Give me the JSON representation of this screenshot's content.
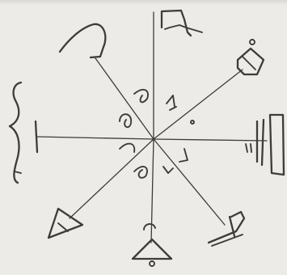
{
  "figure": {
    "kind": "hand-drawn eight-armed ray figure",
    "ink_color": "#3c3c3a",
    "paper_color": "#ecebe8",
    "arms": [
      {
        "direction": "north",
        "terminal_symbol": "flag-shape"
      },
      {
        "direction": "north-east",
        "terminal_symbol": "small-square-with-ring"
      },
      {
        "direction": "east",
        "terminal_symbol": "double-bar-and-rectangle"
      },
      {
        "direction": "south-east",
        "terminal_symbol": "angled-box"
      },
      {
        "direction": "south",
        "terminal_symbol": "triangle-with-ring"
      },
      {
        "direction": "south-west",
        "terminal_symbol": "triangle"
      },
      {
        "direction": "west",
        "terminal_symbol": "bar-and-curly-brace"
      },
      {
        "direction": "north-west",
        "terminal_symbol": "hook-curve"
      }
    ],
    "inner_glyphs": 8
  }
}
